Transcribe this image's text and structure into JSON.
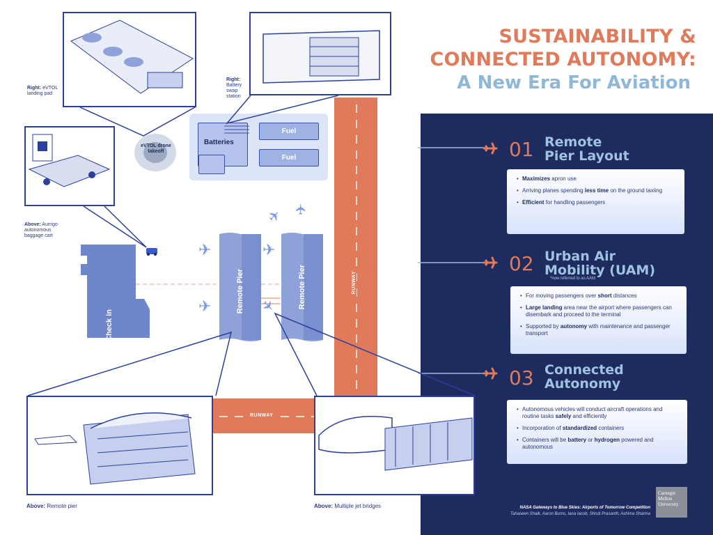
{
  "title": {
    "line1": "SUSTAINABILITY &",
    "line2": "CONNECTED AUTONOMY:",
    "line3": "A New Era For Aviation"
  },
  "sections": [
    {
      "num": "01",
      "title_line1": "Remote",
      "title_line2": "Pier Layout",
      "bullets": [
        {
          "bold": "Maximizes",
          "rest": " apron use"
        },
        {
          "pre": "Arriving planes spending ",
          "bold": "less time",
          "rest": " on the ground taxiing"
        },
        {
          "bold": "Efficient",
          "rest": " for handling passengers"
        }
      ]
    },
    {
      "num": "02",
      "title_line1": "Urban Air",
      "title_line2": "Mobility (UAM)",
      "note": "*now referred to as AAM",
      "bullets": [
        {
          "pre": "For moving passengers over ",
          "bold": "short",
          "rest": " distances"
        },
        {
          "bold": "Large landing",
          "rest": " area near the airport where passengers can disembark and proceed to the terminal"
        },
        {
          "pre": "Supported by ",
          "bold": "autonomy",
          "rest": " with maintenance and passenger transport"
        }
      ]
    },
    {
      "num": "03",
      "title_line1": "Connected",
      "title_line2": "Autonomy",
      "bullets": [
        {
          "pre": "Autonomous vehicles will conduct aircraft operations and routine tasks ",
          "bold": "safely",
          "rest": " and efficiently"
        },
        {
          "pre": "Incorporation of ",
          "bold": "standardized",
          "rest": " containers"
        },
        {
          "pre": "Containers will be ",
          "bold": "battery",
          "mid": " or ",
          "bold2": "hydrogen",
          "rest": " powered and autonomous"
        }
      ]
    }
  ],
  "diagram": {
    "check_in": "Check in",
    "remote_pier_1": "Remote Pier",
    "remote_pier_2": "Remote Pier",
    "runway_v": "RUNWAY",
    "runway_h": "RUNWAY",
    "batteries": "Batteries",
    "fuel_1": "Fuel",
    "fuel_2": "Fuel",
    "evtol": "eVTOL drone takeoff"
  },
  "captions": {
    "evtol_pad": {
      "bold": "Right:",
      "text": " eVTOL landing pad"
    },
    "battery": {
      "bold": "Right:",
      "text": " Battery swap station"
    },
    "baggage": {
      "bold": "Above:",
      "text": " Aurrigo autonomous baggage cart"
    },
    "remote_pier": {
      "bold": "Above:",
      "text": " Remote pier"
    },
    "jet_bridges": {
      "bold": "Above:",
      "text": " Multiple jet bridges"
    }
  },
  "footer": {
    "competition": "NASA Gateways to Blue Skies: Airports of Tomorrow Competition",
    "authors": "Tahaseen Shaik, Aaron Burns, Iana Iacob, Shruti Prasanth, Ashima Sharma",
    "logo_line1": "Carnegie",
    "logo_line2": "Mellon",
    "logo_line3": "University"
  },
  "colors": {
    "accent": "#e07a5a",
    "navy": "#1e2b5e",
    "light_blue": "#9fc3e0",
    "pier": "#8ea1d8"
  }
}
